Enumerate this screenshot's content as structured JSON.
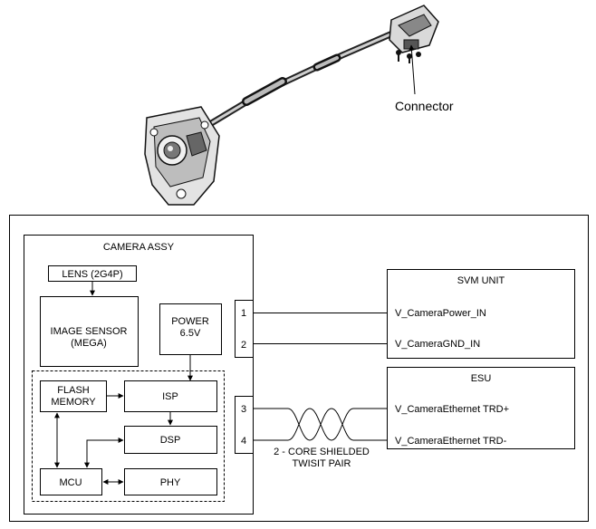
{
  "illustration": {
    "callout_label": "Connector",
    "icon": "camera-with-cable-harness"
  },
  "camera_assy": {
    "title": "CAMERA ASSY",
    "lens": "LENS (2G4P)",
    "image_sensor": {
      "line1": "IMAGE SENSOR",
      "line2": "(MEGA)"
    },
    "power": {
      "line1": "POWER",
      "line2": "6.5V"
    },
    "flash_memory": {
      "line1": "FLASH",
      "line2": "MEMORY"
    },
    "isp": "ISP",
    "dsp": "DSP",
    "mcu": "MCU",
    "phy": "PHY"
  },
  "pins": [
    "1",
    "2",
    "3",
    "4"
  ],
  "cable": {
    "line1": "2 - CORE SHIELDED",
    "line2": "TWISIT PAIR"
  },
  "svm_unit": {
    "title": "SVM UNIT",
    "signals": [
      "V_CameraPower_IN",
      "V_CameraGND_IN"
    ]
  },
  "esu": {
    "title": "ESU",
    "signals": [
      "V_CameraEthernet TRD+",
      "V_CameraEthernet TRD-"
    ]
  }
}
